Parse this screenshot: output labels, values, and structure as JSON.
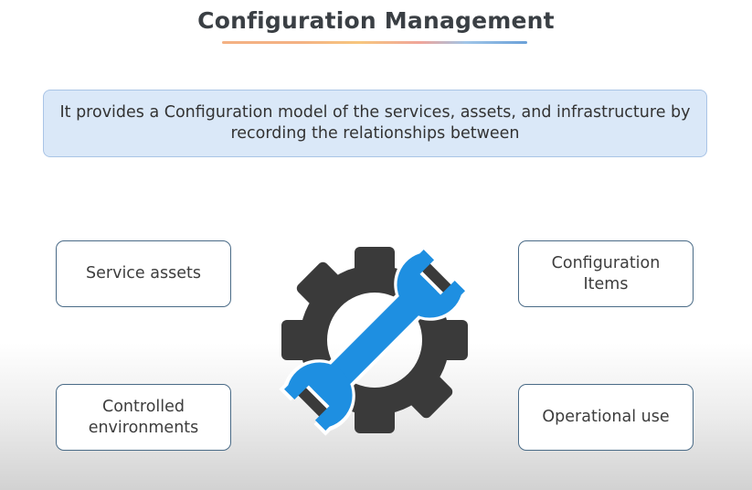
{
  "title": "Configuration Management",
  "banner_text": "It provides a Configuration model of the services, assets, and infrastructure by recording the relationships between",
  "boxes": {
    "top_left": "Service assets",
    "top_right": "Configuration Items",
    "bottom_left": "Controlled environments",
    "bottom_right": "Operational use"
  },
  "icon": "gear-wrench-icon",
  "colors": {
    "gear": "#3a3a3a",
    "wrench": "#1e8fe1",
    "banner_bg": "#dae8f8",
    "box_border": "#4a6b87"
  }
}
